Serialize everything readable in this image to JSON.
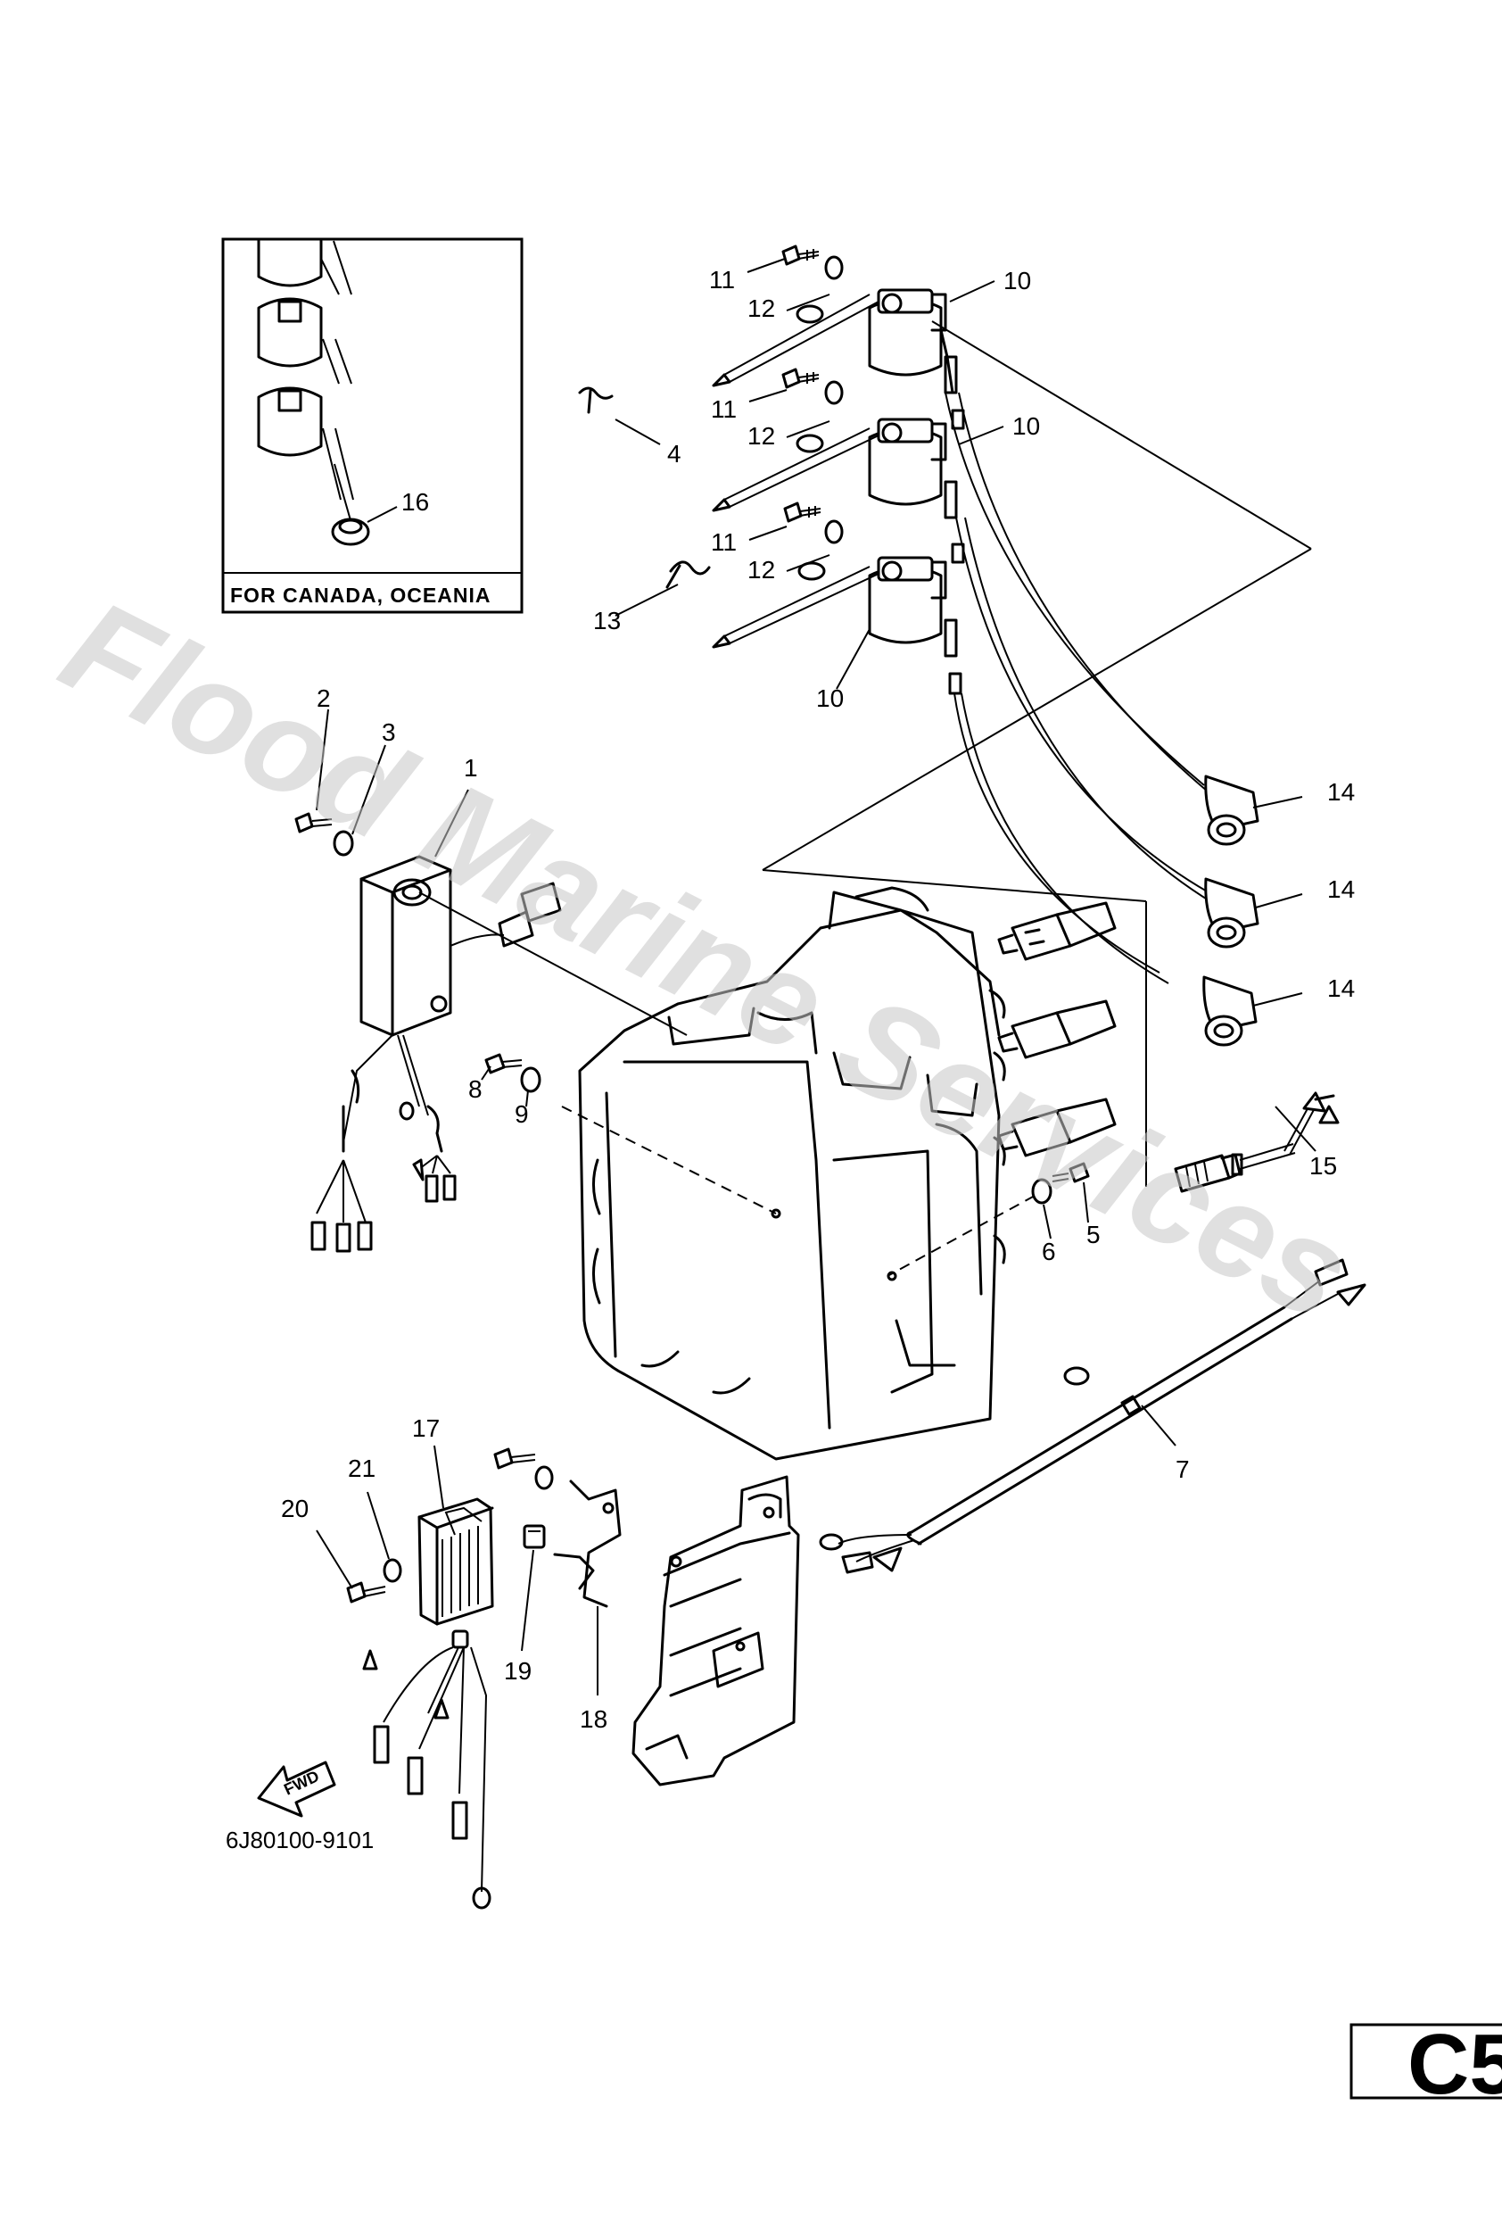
{
  "inset": {
    "caption": "FOR CANADA, OCEANIA"
  },
  "drawing_code": "6J80100-9101",
  "page_code": "C5",
  "fwd_label": "FWD",
  "watermark": "Flood Marine Services",
  "callouts": {
    "c1": "1",
    "c2": "2",
    "c3": "3",
    "c4": "4",
    "c5": "5",
    "c6": "6",
    "c7": "7",
    "c8": "8",
    "c9": "9",
    "c10a": "10",
    "c10b": "10",
    "c10c": "10",
    "c11a": "11",
    "c11b": "11",
    "c11c": "11",
    "c12a": "12",
    "c12b": "12",
    "c12c": "12",
    "c13": "13",
    "c14a": "14",
    "c14b": "14",
    "c14c": "14",
    "c15": "15",
    "c16": "16",
    "c17": "17",
    "c18": "18",
    "c19": "19",
    "c20": "20",
    "c21": "21"
  }
}
